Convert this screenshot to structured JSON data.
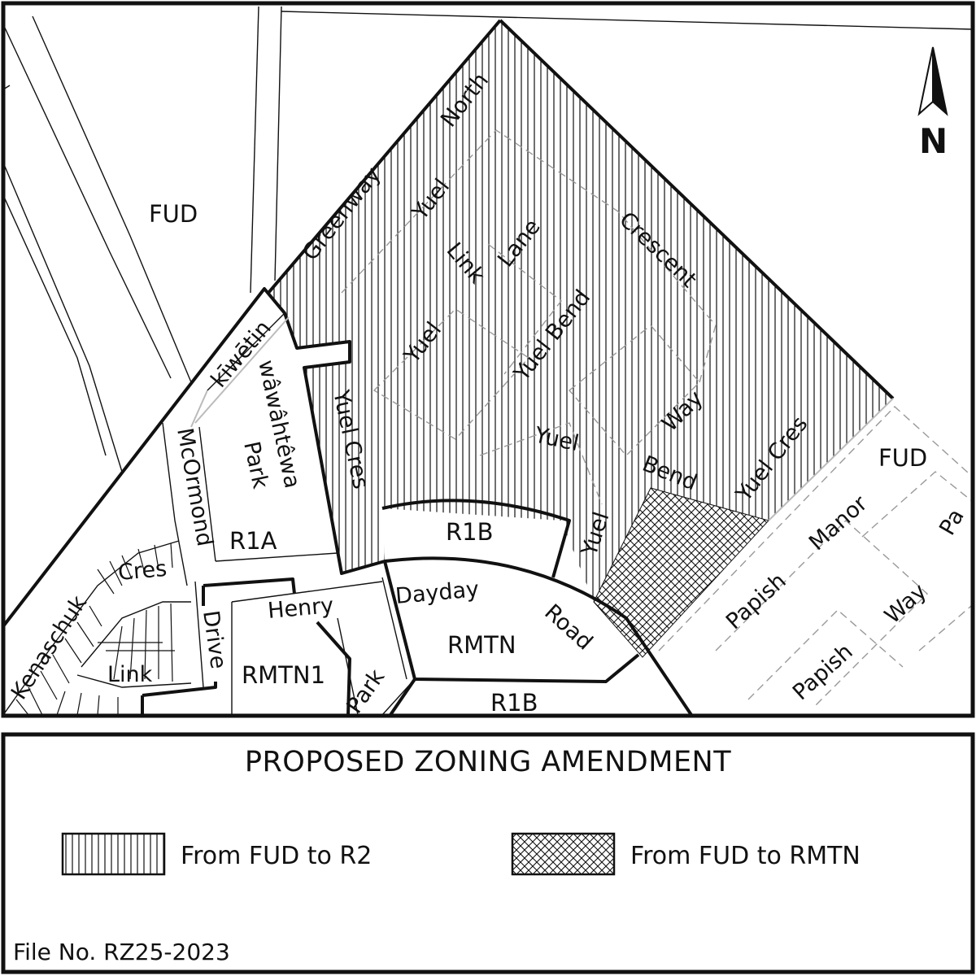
{
  "legend": {
    "title": "PROPOSED ZONING AMENDMENT",
    "items": [
      {
        "pattern": "vertical-lines",
        "label": "From FUD to R2"
      },
      {
        "pattern": "crosshatch",
        "label": "From FUD to RMTN"
      }
    ]
  },
  "file_no": "File No. RZ25-2023",
  "north_label": "N",
  "zones": {
    "fud_nw": "FUD",
    "fud_east": "FUD",
    "r1a": "R1A",
    "r1b_top": "R1B",
    "r1b_bottom": "R1B",
    "rmtn": "RMTN",
    "rmtn1": "RMTN1"
  },
  "streets": {
    "greenway": "Greenway",
    "yuel_north": "Yuel",
    "north": "North",
    "link_a": "Link",
    "lane": "Lane",
    "crescent": "Crescent",
    "yuel_bend": "Yuel Bend",
    "yuel_mid": "Yuel",
    "yuel_cres_west": "Yuel Cres",
    "yuel_center": "Yuel",
    "way": "Way",
    "bend": "Bend",
    "yuel_cres_east": "Yuel Cres",
    "yuel_south": "Yuel",
    "kiwetin": "kīwētin",
    "wawahtewa": "wâwâhtêwa",
    "park_label": "Park",
    "mcormond": "McOrmond",
    "drive": "Drive",
    "cres_sw": "Cres",
    "kenaschuk": "Kenaschuk",
    "link_sw": "Link",
    "henry": "Henry",
    "park_sw": "Park",
    "dayday": "Dayday",
    "road": "Road",
    "manor": "Manor",
    "papish_1": "Papish",
    "way_east": "Way",
    "papish_2": "Papish",
    "partial_edge": "Pa"
  }
}
